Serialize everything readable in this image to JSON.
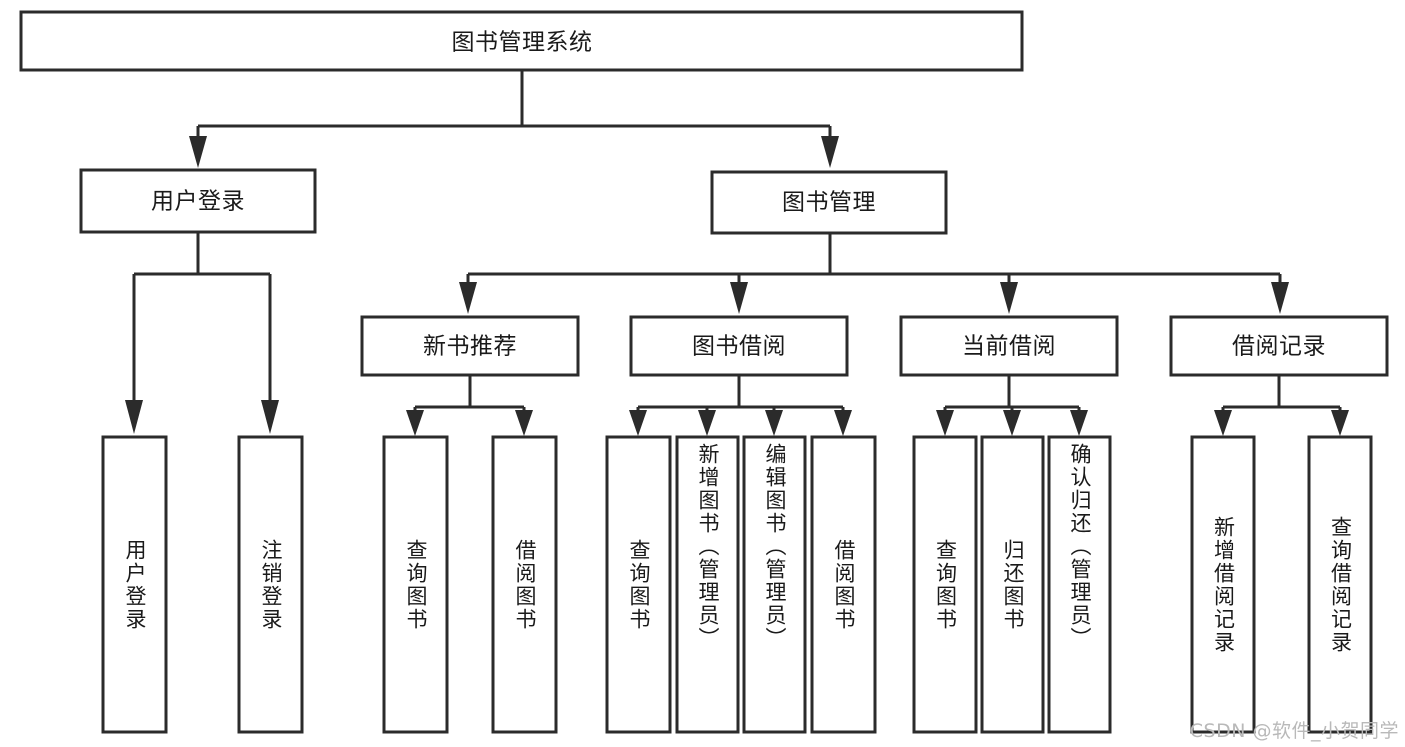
{
  "diagram": {
    "type": "tree-hierarchy-chart",
    "title": "图书管理系统",
    "watermark": "CSDN @软件_小贺同学",
    "colors": {
      "box_stroke": "#2b2b2b",
      "box_fill": "#ffffff",
      "text": "#1a1a1a",
      "watermark": "#b9b9b9",
      "background": "#ffffff"
    },
    "root": {
      "label": "图书管理系统"
    },
    "level2": [
      {
        "label": "用户登录"
      },
      {
        "label": "图书管理"
      }
    ],
    "level3": [
      {
        "label": "新书推荐"
      },
      {
        "label": "图书借阅"
      },
      {
        "label": "当前借阅"
      },
      {
        "label": "借阅记录"
      }
    ],
    "leaves": {
      "user_login": [
        {
          "label": "用户登录"
        },
        {
          "label": "注销登录"
        }
      ],
      "new_book_recommend": [
        {
          "label": "查询图书"
        },
        {
          "label": "借阅图书"
        }
      ],
      "book_borrow": [
        {
          "label": "查询图书"
        },
        {
          "label": "新增图书（管理员）"
        },
        {
          "label": "编辑图书（管理员）"
        },
        {
          "label": "借阅图书"
        }
      ],
      "current_borrow": [
        {
          "label": "查询图书"
        },
        {
          "label": "归还图书"
        },
        {
          "label": "确认归还（管理员）"
        }
      ],
      "borrow_record": [
        {
          "label": "新增借阅记录"
        },
        {
          "label": "查询借阅记录"
        }
      ]
    }
  }
}
